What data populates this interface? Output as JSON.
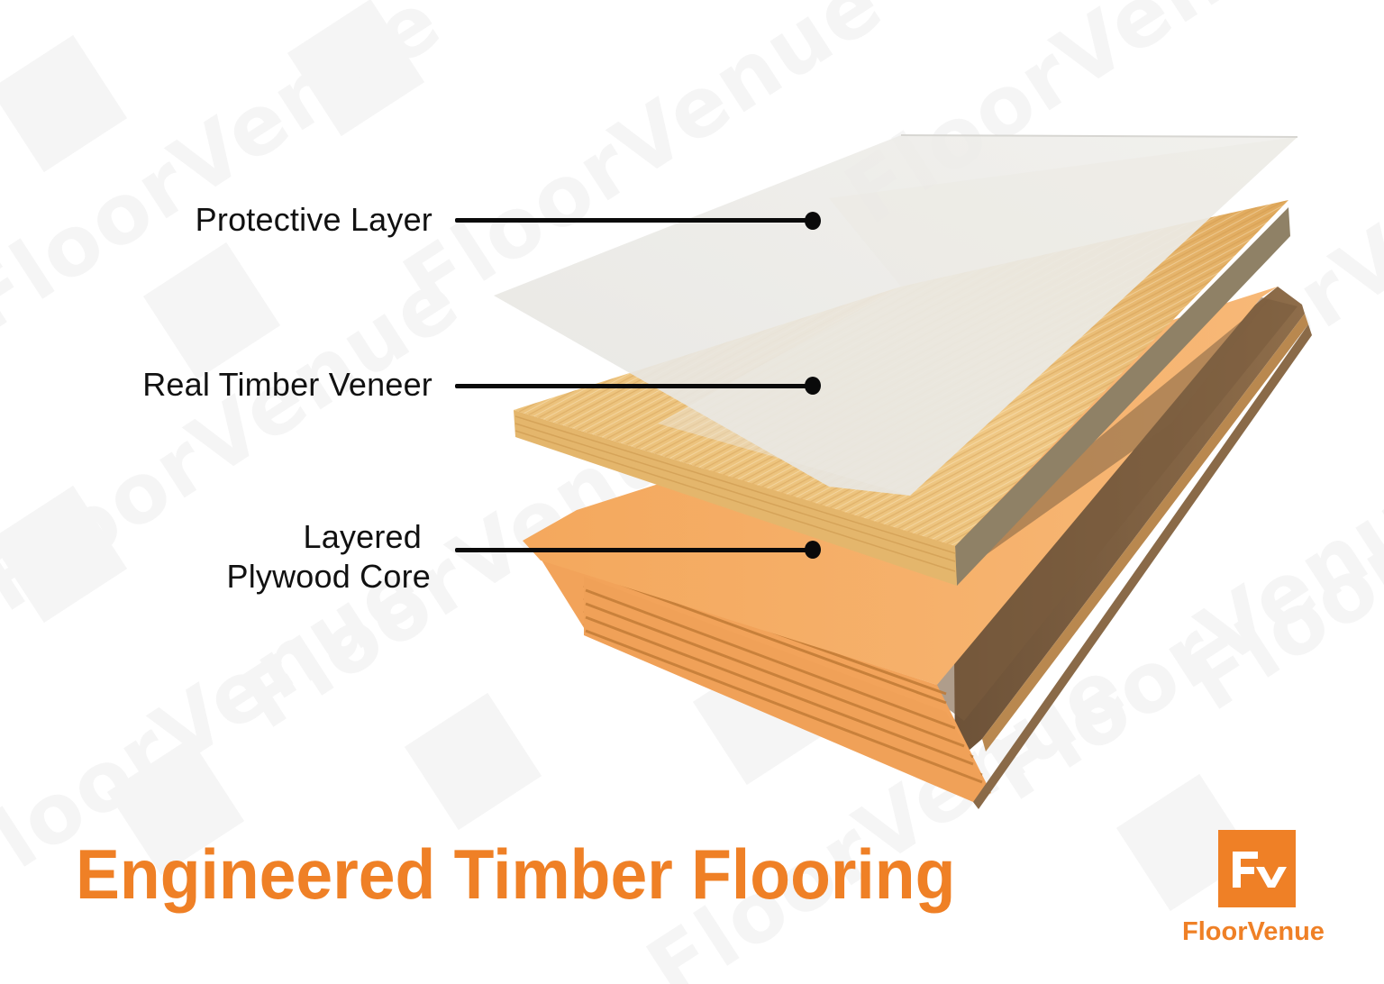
{
  "title": "Engineered Timber Flooring",
  "brand": {
    "name": "FloorVenue",
    "logo_text": "Fv",
    "accent_color": "#ef8026"
  },
  "watermark": {
    "text": "FloorVenue",
    "logo_text": "Fv"
  },
  "layers": [
    {
      "label": "Protective Layer",
      "lines": [
        "Protective Layer"
      ],
      "color": "#e8e7e3"
    },
    {
      "label": "Real Timber Veneer",
      "lines": [
        "Real Timber Veneer"
      ],
      "color": "#e8b66a"
    },
    {
      "label": "Layered Plywood Core",
      "lines": [
        "Layered",
        "Plywood Core"
      ],
      "color": "#f5ad66"
    }
  ],
  "colors": {
    "background": "#ffffff",
    "label_text": "#111111",
    "leader_line": "#0a0a0a",
    "protective_layer": "#e8e7e3",
    "veneer": "#e8b66a",
    "veneer_edge": "#8a7a5c",
    "core": "#f5ad66",
    "core_shadow": "#7d6142"
  }
}
